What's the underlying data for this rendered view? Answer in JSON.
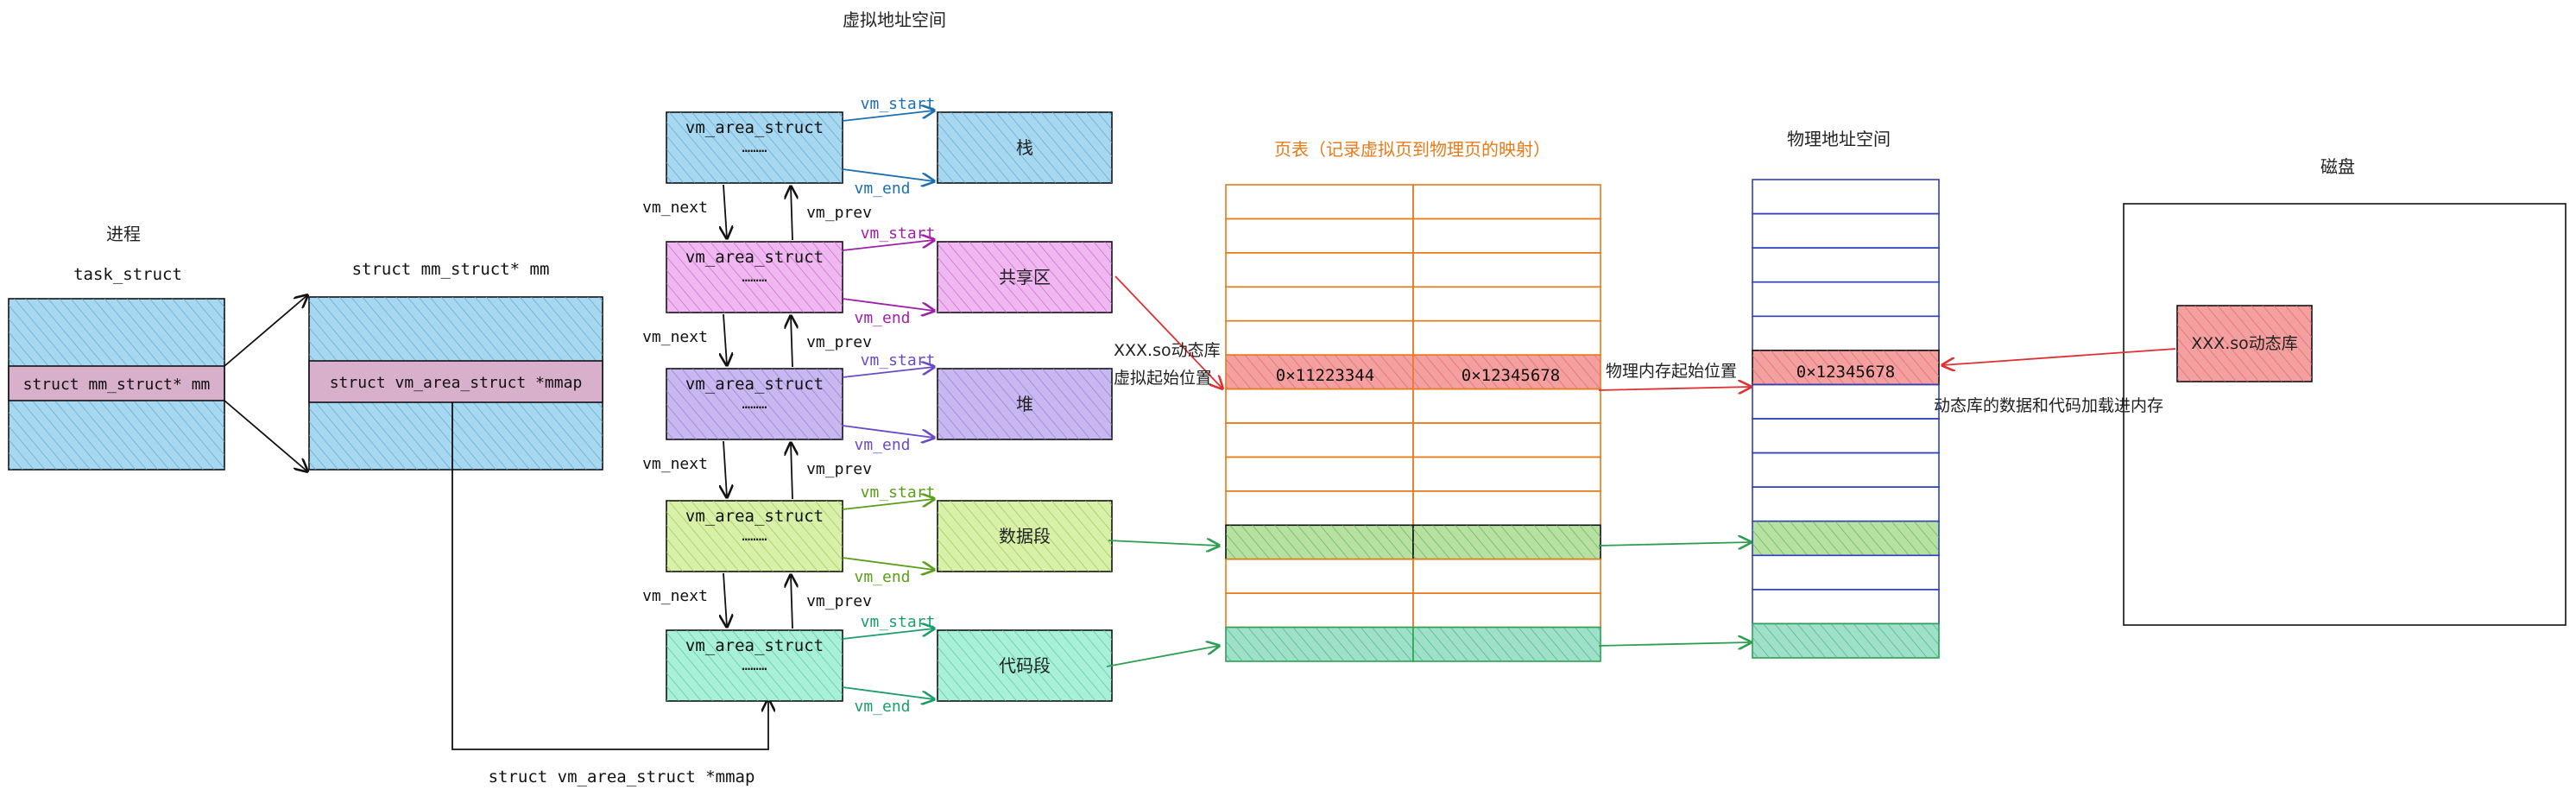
{
  "labels": {
    "virtual_space": "虚拟地址空间",
    "process": "进程",
    "task_struct": "task_struct",
    "mm_struct_ptr_title": "struct mm_struct* mm",
    "task_row": "struct mm_struct* mm",
    "mm_row": "struct vm_area_struct *mmap",
    "bottom_mmap": "struct vm_area_struct *mmap",
    "page_table_title": "页表（记录虚拟页到物理页的映射）",
    "physical_space": "物理地址空间",
    "disk": "磁盘",
    "lib_virt_line1": "XXX.so动态库",
    "lib_virt_line2": "虚拟起始位置",
    "phys_start": "物理内存起始位置",
    "disk_file": "XXX.so动态库",
    "load_note": "动态库的数据和代码加载进内存",
    "pt_virt_addr": "0×11223344",
    "pt_phys_addr": "0×12345678",
    "phys_addr": "0×12345678"
  },
  "vmas": [
    {
      "line1": "vm_area_struct",
      "line2": "………",
      "region": "栈",
      "vm_start": "vm_start",
      "vm_end": "vm_end",
      "fill": "#a8d8f0",
      "stroke": "#1c6fb0",
      "hatch": "#5aa8d6"
    },
    {
      "line1": "vm_area_struct",
      "line2": "………",
      "region": "共享区",
      "vm_start": "vm_start",
      "vm_end": "vm_end",
      "fill": "#f0b8f0",
      "stroke": "#a020a8",
      "hatch": "#cc66cc"
    },
    {
      "line1": "vm_area_struct",
      "line2": "………",
      "region": "堆",
      "vm_start": "vm_start",
      "vm_end": "vm_end",
      "fill": "#c8b8f0",
      "stroke": "#6a4ac8",
      "hatch": "#9a7ad8"
    },
    {
      "line1": "vm_area_struct",
      "line2": "………",
      "region": "数据段",
      "vm_start": "vm_start",
      "vm_end": "vm_end",
      "fill": "#d8f0a8",
      "stroke": "#5a9e1a",
      "hatch": "#9ac85a"
    },
    {
      "line1": "vm_area_struct",
      "line2": "………",
      "region": "代码段",
      "vm_start": "vm_start",
      "vm_end": "vm_end",
      "fill": "#a8f0d8",
      "stroke": "#1a9e6a",
      "hatch": "#5ac89a"
    }
  ],
  "links": [
    {
      "next": "vm_next",
      "prev": "vm_prev"
    },
    {
      "next": "vm_next",
      "prev": "vm_prev"
    },
    {
      "next": "vm_next",
      "prev": "vm_prev"
    },
    {
      "next": "vm_next",
      "prev": "vm_prev"
    }
  ],
  "colors": {
    "struct_fill": "#a8d8f0",
    "struct_row": "#d8b0cc",
    "page_table_border": "#e87a18",
    "physical_border": "#3040c0",
    "red": "#e03030",
    "green": "#2e9e52",
    "green_fill": "#b8e0a0",
    "teal_fill": "#a0e0c8",
    "red_fill": "#f4a0a0",
    "ink": "#111111"
  },
  "page_table": {
    "rows": 14,
    "red_row": 5,
    "green_row": 10,
    "teal_row": 13
  },
  "physical": {
    "rows": 14,
    "red_row": 5,
    "green_row": 10,
    "teal_row": 13
  }
}
